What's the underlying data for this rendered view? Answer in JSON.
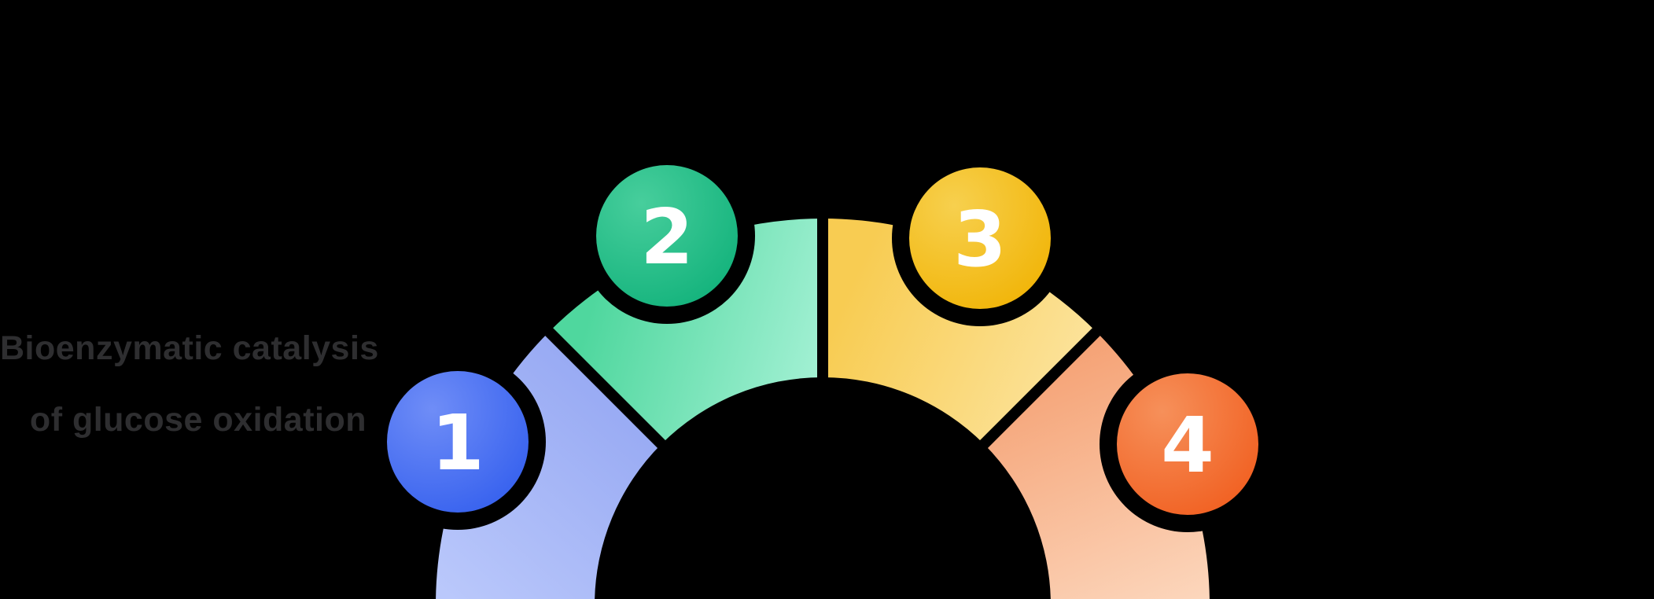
{
  "diagram": {
    "title": {
      "line1": "Bioenzymatic catalysis",
      "line2": "of glucose oxidation"
    },
    "steps": [
      {
        "number": "1",
        "circle_color": "#3560ee",
        "circle_highlight": "#6f8df7",
        "arc_from": "#8fa2f1",
        "arc_to": "#bac8fb"
      },
      {
        "number": "2",
        "circle_color": "#12b27b",
        "circle_highlight": "#47ce9c",
        "arc_from": "#4fd79e",
        "arc_to": "#abf3d9"
      },
      {
        "number": "3",
        "circle_color": "#f1b406",
        "circle_highlight": "#f7d04e",
        "arc_from": "#f8cc52",
        "arc_to": "#fce5a2"
      },
      {
        "number": "4",
        "circle_color": "#f15f20",
        "circle_highlight": "#f6905a",
        "arc_from": "#f5a275",
        "arc_to": "#fcd7bd"
      }
    ],
    "colors": {
      "background": "#000000",
      "title_text": "#2e2e30",
      "number_text": "#ffffff",
      "gap_outline": "#000000"
    }
  }
}
